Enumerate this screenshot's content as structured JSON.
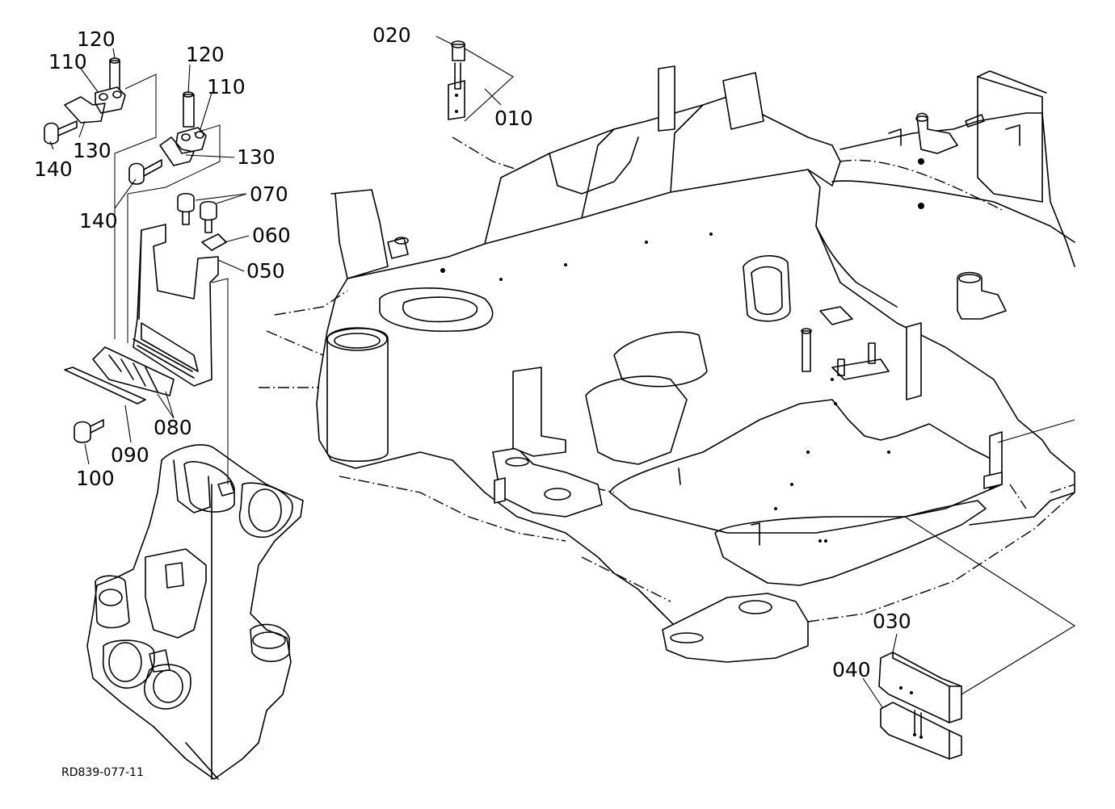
{
  "diagram": {
    "drawing_code": "RD839-077-11",
    "callouts": [
      {
        "id": "c010",
        "label": "010"
      },
      {
        "id": "c020",
        "label": "020"
      },
      {
        "id": "c030",
        "label": "030"
      },
      {
        "id": "c040",
        "label": "040"
      },
      {
        "id": "c050",
        "label": "050"
      },
      {
        "id": "c060",
        "label": "060"
      },
      {
        "id": "c070",
        "label": "070"
      },
      {
        "id": "c080",
        "label": "080"
      },
      {
        "id": "c090",
        "label": "090"
      },
      {
        "id": "c100",
        "label": "100"
      },
      {
        "id": "c110a",
        "label": "110"
      },
      {
        "id": "c110b",
        "label": "110"
      },
      {
        "id": "c120a",
        "label": "120"
      },
      {
        "id": "c120b",
        "label": "120"
      },
      {
        "id": "c130a",
        "label": "130"
      },
      {
        "id": "c130b",
        "label": "130"
      },
      {
        "id": "c140a",
        "label": "140"
      },
      {
        "id": "c140b",
        "label": "140"
      }
    ]
  }
}
